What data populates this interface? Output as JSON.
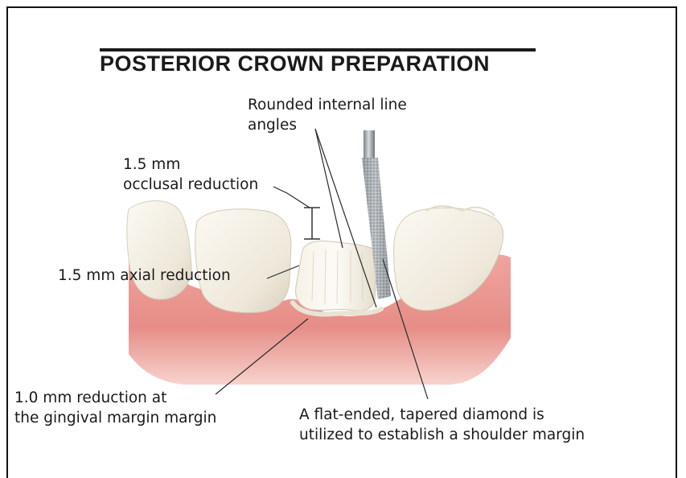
{
  "diagram": {
    "title": "POSTERIOR CROWN PREPARATION",
    "labels": {
      "internal_angles": [
        "Rounded internal line",
        "angles"
      ],
      "occlusal": [
        "1.5 mm",
        "occlusal reduction"
      ],
      "axial": [
        "1.5 mm axial reduction"
      ],
      "gingival": [
        "1.0 mm reduction at",
        "the gingival margin margin"
      ],
      "diamond": [
        "A flat-ended, tapered diamond is",
        "utilized to establish a shoulder margin"
      ]
    },
    "colors": {
      "gum": "#e58b86",
      "gum_light": "#f4bdb6",
      "tooth": "#f3efe4",
      "tooth_shade": "#d9d3c2",
      "bur": "#9ea3a8",
      "text": "#1a1a1a"
    }
  }
}
